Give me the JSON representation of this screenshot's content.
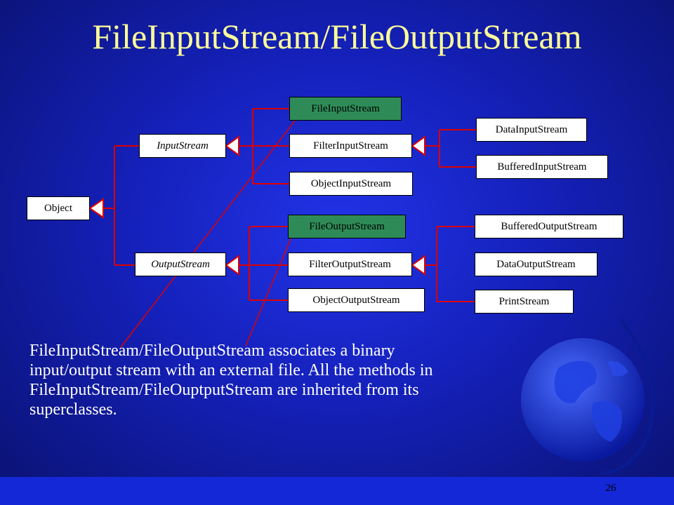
{
  "slide": {
    "title": "FileInputStream/FileOutputStream",
    "caption": "FileInputStream/FileOutputStream associates a binary input/output stream with an external file. All the methods in FileInputStream/FileOuptputStream are inherited from its superclasses.",
    "page_number": "26"
  },
  "diagram": {
    "root": "Object",
    "input": {
      "parent": "InputStream",
      "children": [
        "FileInputStream",
        "FilterInputStream",
        "ObjectInputStream"
      ],
      "filter_children": [
        "DataInputStream",
        "BufferedInputStream"
      ]
    },
    "output": {
      "parent": "OutputStream",
      "children": [
        "FileOutputStream",
        "FilterOutputStream",
        "ObjectOutputStream"
      ],
      "filter_children": [
        "BufferedOutputStream",
        "DataOutputStream",
        "PrintStream"
      ]
    }
  },
  "colors": {
    "background": "#1420b8",
    "title": "#ffff99",
    "connector": "#dd0000",
    "highlight_box": "#2e8b57"
  },
  "icons": [
    "globe-icon"
  ]
}
